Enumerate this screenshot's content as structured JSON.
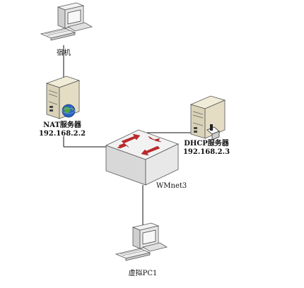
{
  "nodes": {
    "host": {
      "label": "宿机"
    },
    "nat_server": {
      "name": "NAT服务器",
      "ip": "192.168.2.2"
    },
    "dhcp_server": {
      "name": "DHCP服务器",
      "ip": "192.168.2.3"
    },
    "switch": {
      "label": "WMnet3"
    },
    "virtual_pc": {
      "label": "虚拟PC1"
    }
  },
  "colors": {
    "line": "#111111",
    "device_body": "#e6e6e6",
    "device_shadow": "#cfcfcf",
    "server_top": "#f0ecd8",
    "server_front": "#e4ddc4",
    "screen": "#f4f4f4",
    "arrow": "#c0282a",
    "globe": "#2a62c0"
  },
  "icons": [
    "computer-icon",
    "server-icon",
    "globe-icon",
    "switch-icon",
    "network-card-icon"
  ]
}
